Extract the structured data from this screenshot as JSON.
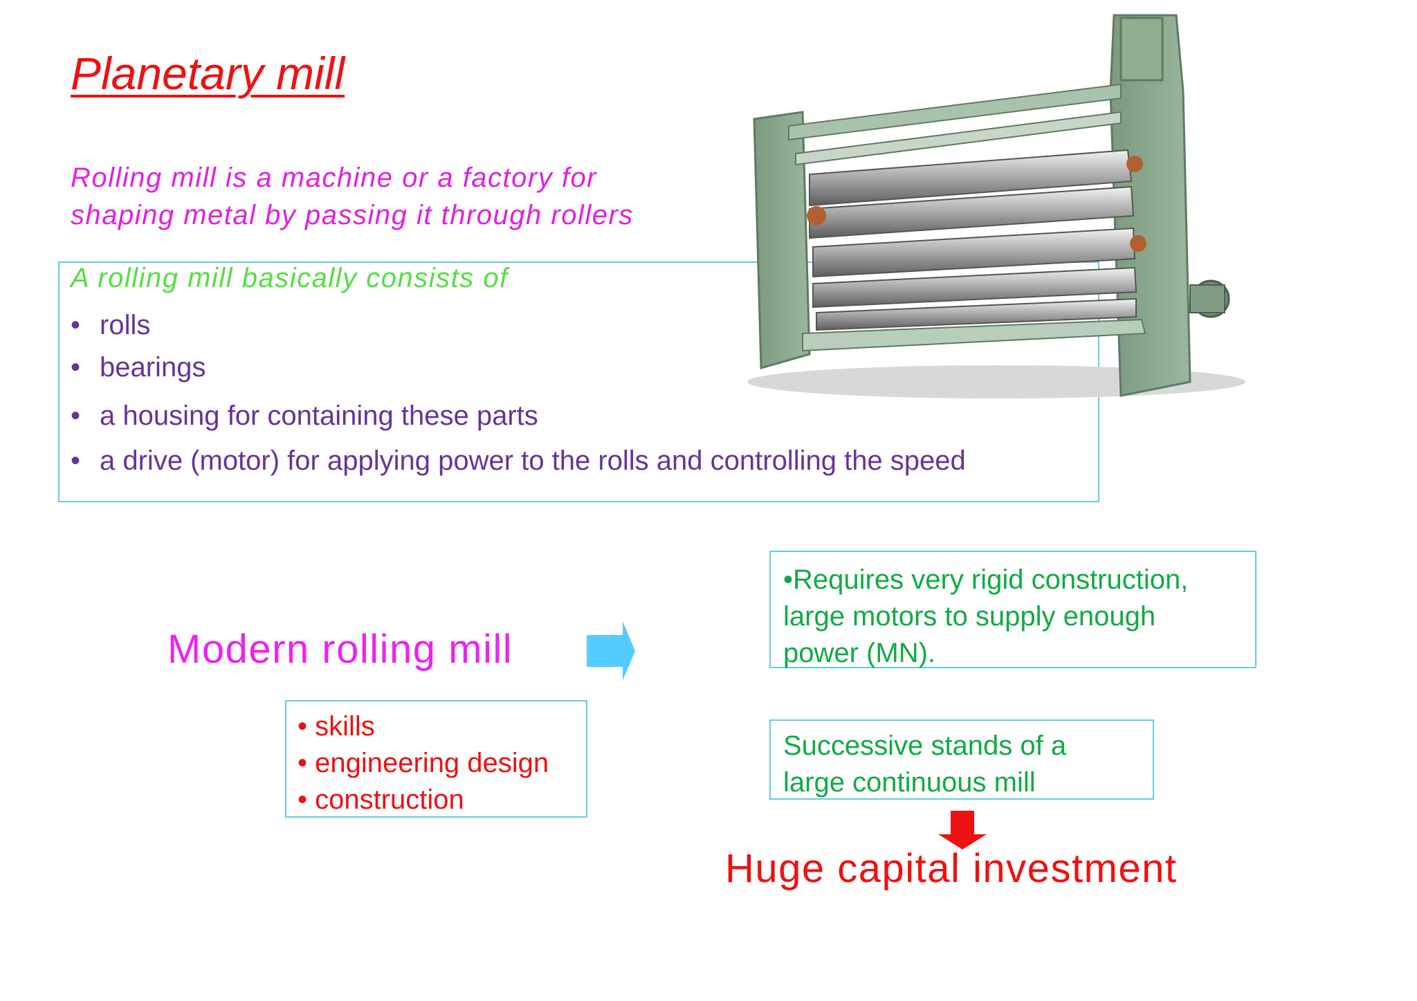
{
  "title": "Planetary mill",
  "definition": {
    "line1": "Rolling mill is a machine or a factory for",
    "line2": "shaping metal by passing it through rollers"
  },
  "components": {
    "heading": "A rolling mill basically consists of",
    "bullet": "•",
    "items": [
      "rolls",
      "bearings",
      "a housing for containing these parts",
      "a drive (motor) for applying power to the rolls and controlling the speed"
    ]
  },
  "modern": "Modern rolling mill",
  "skills": [
    "• skills",
    "• engineering design",
    "• construction"
  ],
  "requirements": {
    "line1": "•Requires very rigid  construction,",
    "line2": "large motors  to supply enough",
    "line3": "power (MN)."
  },
  "successive": {
    "line1": "Successive stands of a",
    "line2": "large continuous mill"
  },
  "capital": "Huge capital investment",
  "colors": {
    "title": "#ee1111",
    "definition": "#e020e0",
    "heading": "#55dd44",
    "items": "#663399",
    "box_border": "#66ccdd",
    "green_text": "#11aa44",
    "arrow_right": "#55ccff",
    "arrow_down": "#ee1111"
  },
  "icons": {
    "machine": "rolling-mill-machine-photo",
    "arrow_right": "right-arrow-icon",
    "arrow_down": "down-arrow-icon"
  }
}
